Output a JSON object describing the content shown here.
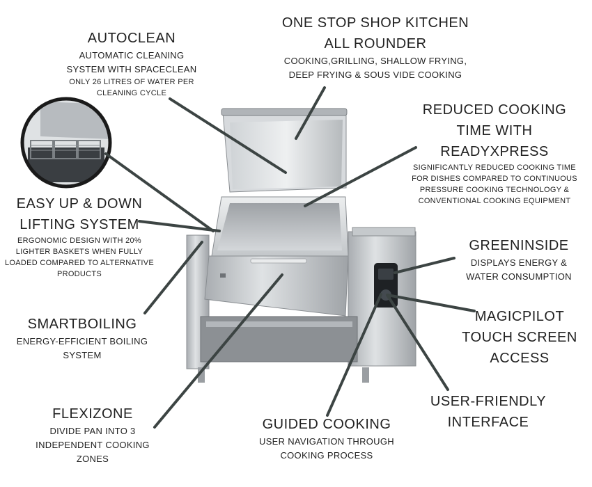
{
  "features": {
    "autoclean": {
      "title": "AUTOCLEAN",
      "desc1": "AUTOMATIC CLEANING",
      "desc2": "SYSTEM WITH SPACECLEAN",
      "desc3": "ONLY 26 LITRES OF WATER PER",
      "desc4": "CLEANING CYCLE"
    },
    "one_stop": {
      "title1": "ONE STOP SHOP KITCHEN",
      "title2": "ALL ROUNDER",
      "desc1": "COOKING,GRILLING, SHALLOW FRYING,",
      "desc2": "DEEP FRYING & SOUS VIDE COOKING"
    },
    "reduced_time": {
      "title1": "REDUCED COOKING",
      "title2": "TIME WITH",
      "title3": "READYXPRESS",
      "desc1": "SIGNIFICANTLY REDUCED COOKING TIME",
      "desc2": "FOR DISHES COMPARED TO CONTINUOUS",
      "desc3": "PRESSURE COOKING TECHNOLOGY &",
      "desc4": "CONVENTIONAL COOKING EQUIPMENT"
    },
    "easy_up": {
      "title1": "EASY UP & DOWN",
      "title2": "LIFTING SYSTEM",
      "desc1": "ERGONOMIC DESIGN WITH 20%",
      "desc2": "LIGHTER BASKETS WHEN FULLY",
      "desc3": "LOADED COMPARED TO ALTERNATIVE",
      "desc4": "PRODUCTS"
    },
    "greeninside": {
      "title": "GREENINSIDE",
      "desc1": "DISPLAYS ENERGY &",
      "desc2": "WATER CONSUMPTION"
    },
    "smartboiling": {
      "title": "SMARTBOILING",
      "desc1": "ENERGY-EFFICIENT BOILING",
      "desc2": "SYSTEM"
    },
    "magicpilot": {
      "title1": "MAGICPILOT",
      "title2": "TOUCH SCREEN",
      "title3": "ACCESS"
    },
    "user_friendly": {
      "title1": "USER-FRIENDLY",
      "title2": "INTERFACE"
    },
    "flexizone": {
      "title": "FLEXIZONE",
      "desc1": "DIVIDE PAN INTO 3",
      "desc2": "INDEPENDENT COOKING",
      "desc3": "ZONES"
    },
    "guided": {
      "title": "GUIDED COOKING",
      "desc1": "USER NAVIGATION THROUGH",
      "desc2": "COOKING PROCESS"
    }
  },
  "colors": {
    "leader_line": "#3c4443",
    "steel_light": "#e4e6e8",
    "steel_mid": "#b9bdc1",
    "steel_dark": "#6e7276"
  }
}
